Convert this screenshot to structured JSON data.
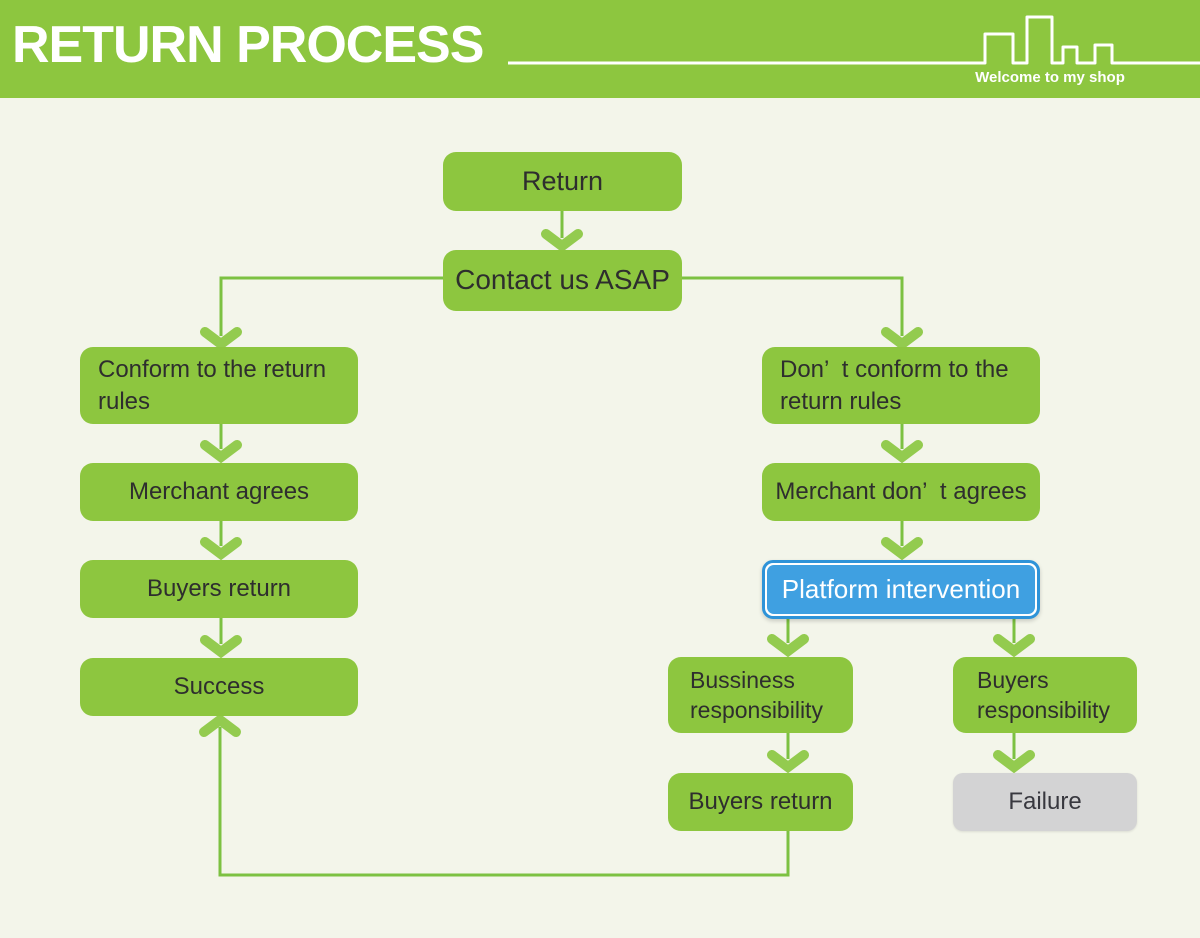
{
  "header": {
    "title": "RETURN PROCESS",
    "tagline": "Welcome to my shop",
    "skyline_icon": "city-skyline-icon"
  },
  "colors": {
    "header_green": "#8dc63f",
    "node_green": "#8dc63f",
    "connector_line_green": "#7cc142",
    "arrowhead_green": "#93cb4f",
    "platform_blue_fill": "#3fa0e1",
    "platform_blue_border": "#2e93d8",
    "failure_gray": "#d3d3d4",
    "background": "#f3f5ea",
    "node_text": "#2e2e2e",
    "white_text": "#ffffff"
  },
  "flow": {
    "nodes": [
      {
        "id": "return",
        "label": "Return"
      },
      {
        "id": "contact-us-asap",
        "label": "Contact us ASAP"
      },
      {
        "id": "conform-rules",
        "label": "Conform to the return rules"
      },
      {
        "id": "merchant-agrees",
        "label": "Merchant agrees"
      },
      {
        "id": "buyers-return-left",
        "label": "Buyers return"
      },
      {
        "id": "success",
        "label": "Success"
      },
      {
        "id": "dont-conform-rules",
        "label": "Don’  t conform to the return rules"
      },
      {
        "id": "merchant-dont-agree",
        "label": "Merchant don’  t agrees"
      },
      {
        "id": "platform-intervention",
        "label": "Platform intervention"
      },
      {
        "id": "business-responsibility",
        "label": "Bussiness responsibility"
      },
      {
        "id": "buyers-responsibility",
        "label": "Buyers responsibility"
      },
      {
        "id": "buyers-return-bottom",
        "label": "Buyers return"
      },
      {
        "id": "failure",
        "label": "Failure"
      }
    ]
  }
}
